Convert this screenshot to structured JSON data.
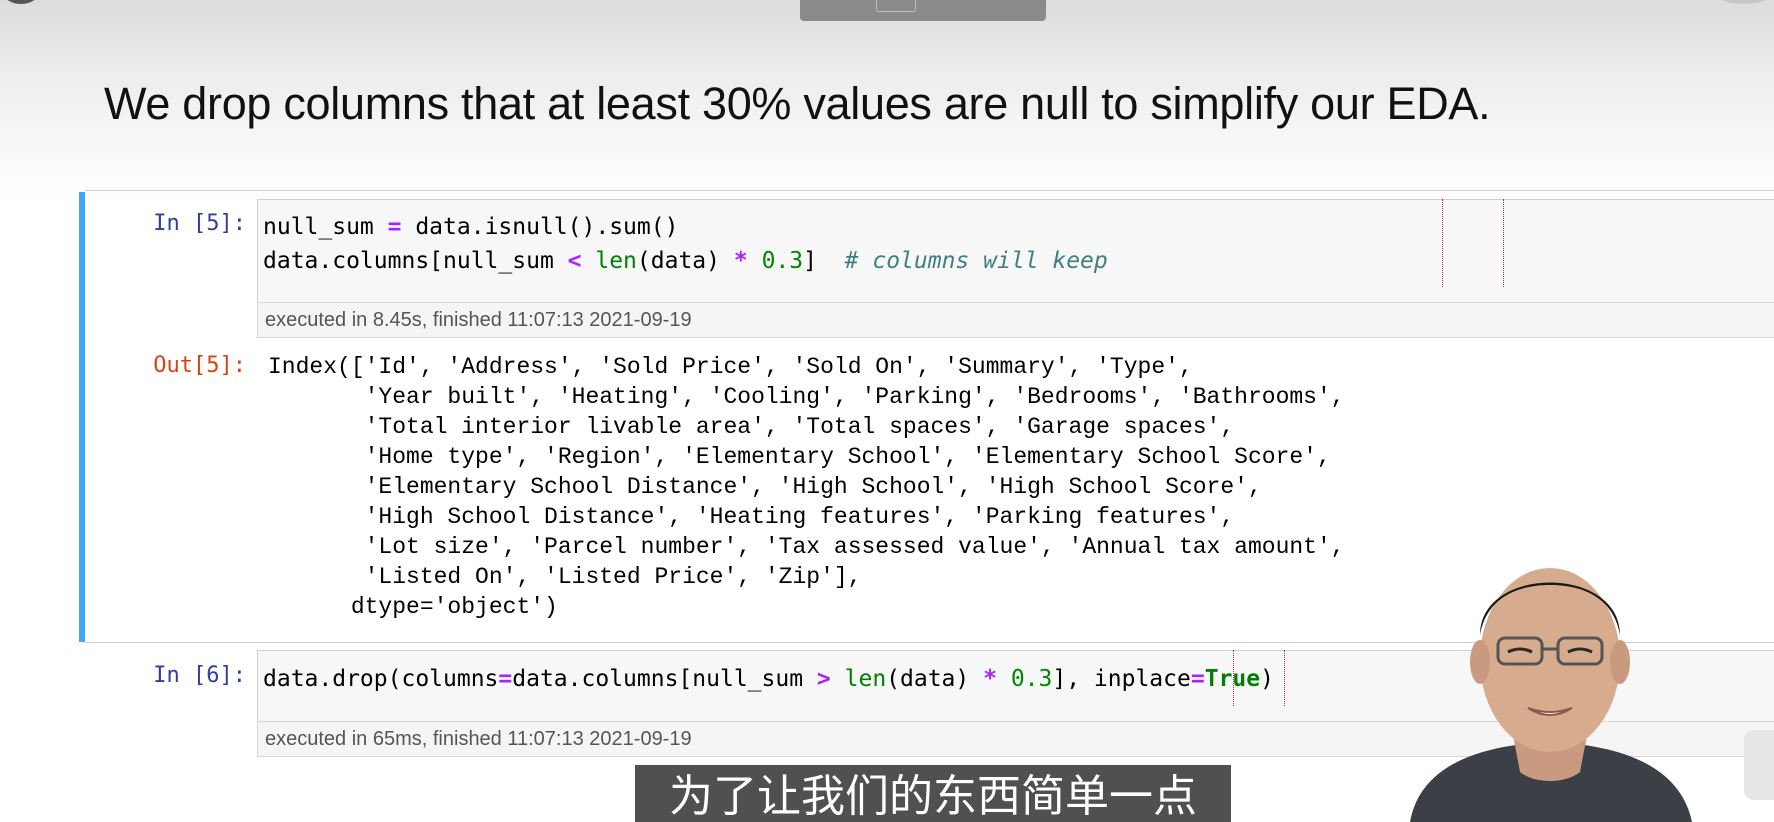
{
  "headline": "We drop columns that at least 30% values are null to simplify our EDA.",
  "cells": {
    "cell5": {
      "prompt": "In [5]:",
      "line1": {
        "var": "null_sum ",
        "op": "=",
        "rest": " data.isnull().sum()"
      },
      "line2": {
        "pre": "data.columns[null_sum ",
        "op1": "<",
        "sp1": " ",
        "builtin": "len",
        "mid": "(data) ",
        "op2": "*",
        "sp2": " ",
        "num": "0.3",
        "close": "]  ",
        "comment": "# columns will keep"
      },
      "exec": "executed in 8.45s, finished 11:07:13 2021-09-19"
    },
    "out5": {
      "prompt": "Out[5]:",
      "text": "Index(['Id', 'Address', 'Sold Price', 'Sold On', 'Summary', 'Type',\n       'Year built', 'Heating', 'Cooling', 'Parking', 'Bedrooms', 'Bathrooms',\n       'Total interior livable area', 'Total spaces', 'Garage spaces',\n       'Home type', 'Region', 'Elementary School', 'Elementary School Score',\n       'Elementary School Distance', 'High School', 'High School Score',\n       'High School Distance', 'Heating features', 'Parking features',\n       'Lot size', 'Parcel number', 'Tax assessed value', 'Annual tax amount',\n       'Listed On', 'Listed Price', 'Zip'],\n      dtype='object')"
    },
    "cell6": {
      "prompt": "In [6]:",
      "line1": {
        "pre": "data.drop(columns",
        "op1": "=",
        "mid1": "data.columns[null_sum ",
        "op2": ">",
        "sp1": " ",
        "builtin": "len",
        "mid2": "(data) ",
        "op3": "*",
        "sp2": " ",
        "num": "0.3",
        "mid3": "], inplace",
        "op4": "=",
        "kw": "True",
        "close": ")"
      },
      "exec": "executed in 65ms, finished 11:07:13 2021-09-19"
    }
  },
  "subtitle": "为了让我们的东西简单一点"
}
